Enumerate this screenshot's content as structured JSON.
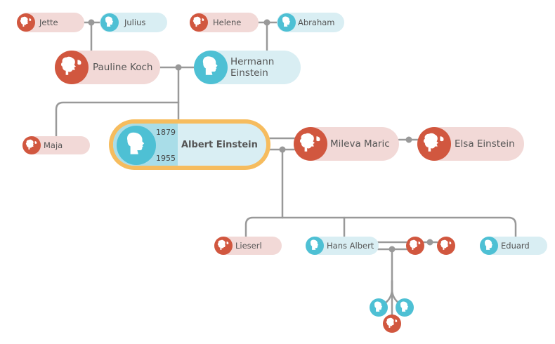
{
  "colors": {
    "female": "#d1573f",
    "male": "#4ec0d4",
    "female_bg": "#f2d9d7",
    "male_bg": "#d9eef3",
    "focus_border": "#f6bc5e",
    "connector": "#999999"
  },
  "focus": {
    "name": "Albert Einstein",
    "birth_year": "1879",
    "death_year": "1955",
    "icon": "male-profile-icon"
  },
  "people": {
    "jette": "Jette",
    "julius": "Julius",
    "helene": "Helene",
    "abraham": "Abraham",
    "pauline": "Pauline Koch",
    "hermann_line1": "Hermann",
    "hermann_line2": "Einstein",
    "maja": "Maja",
    "mileva": "Mileva Maric",
    "elsa": "Elsa Einstein",
    "lieserl": "Lieserl",
    "hans_albert": "Hans Albert",
    "eduard": "Eduard"
  },
  "icons": {
    "female": "female-profile-icon",
    "male": "male-profile-icon"
  }
}
